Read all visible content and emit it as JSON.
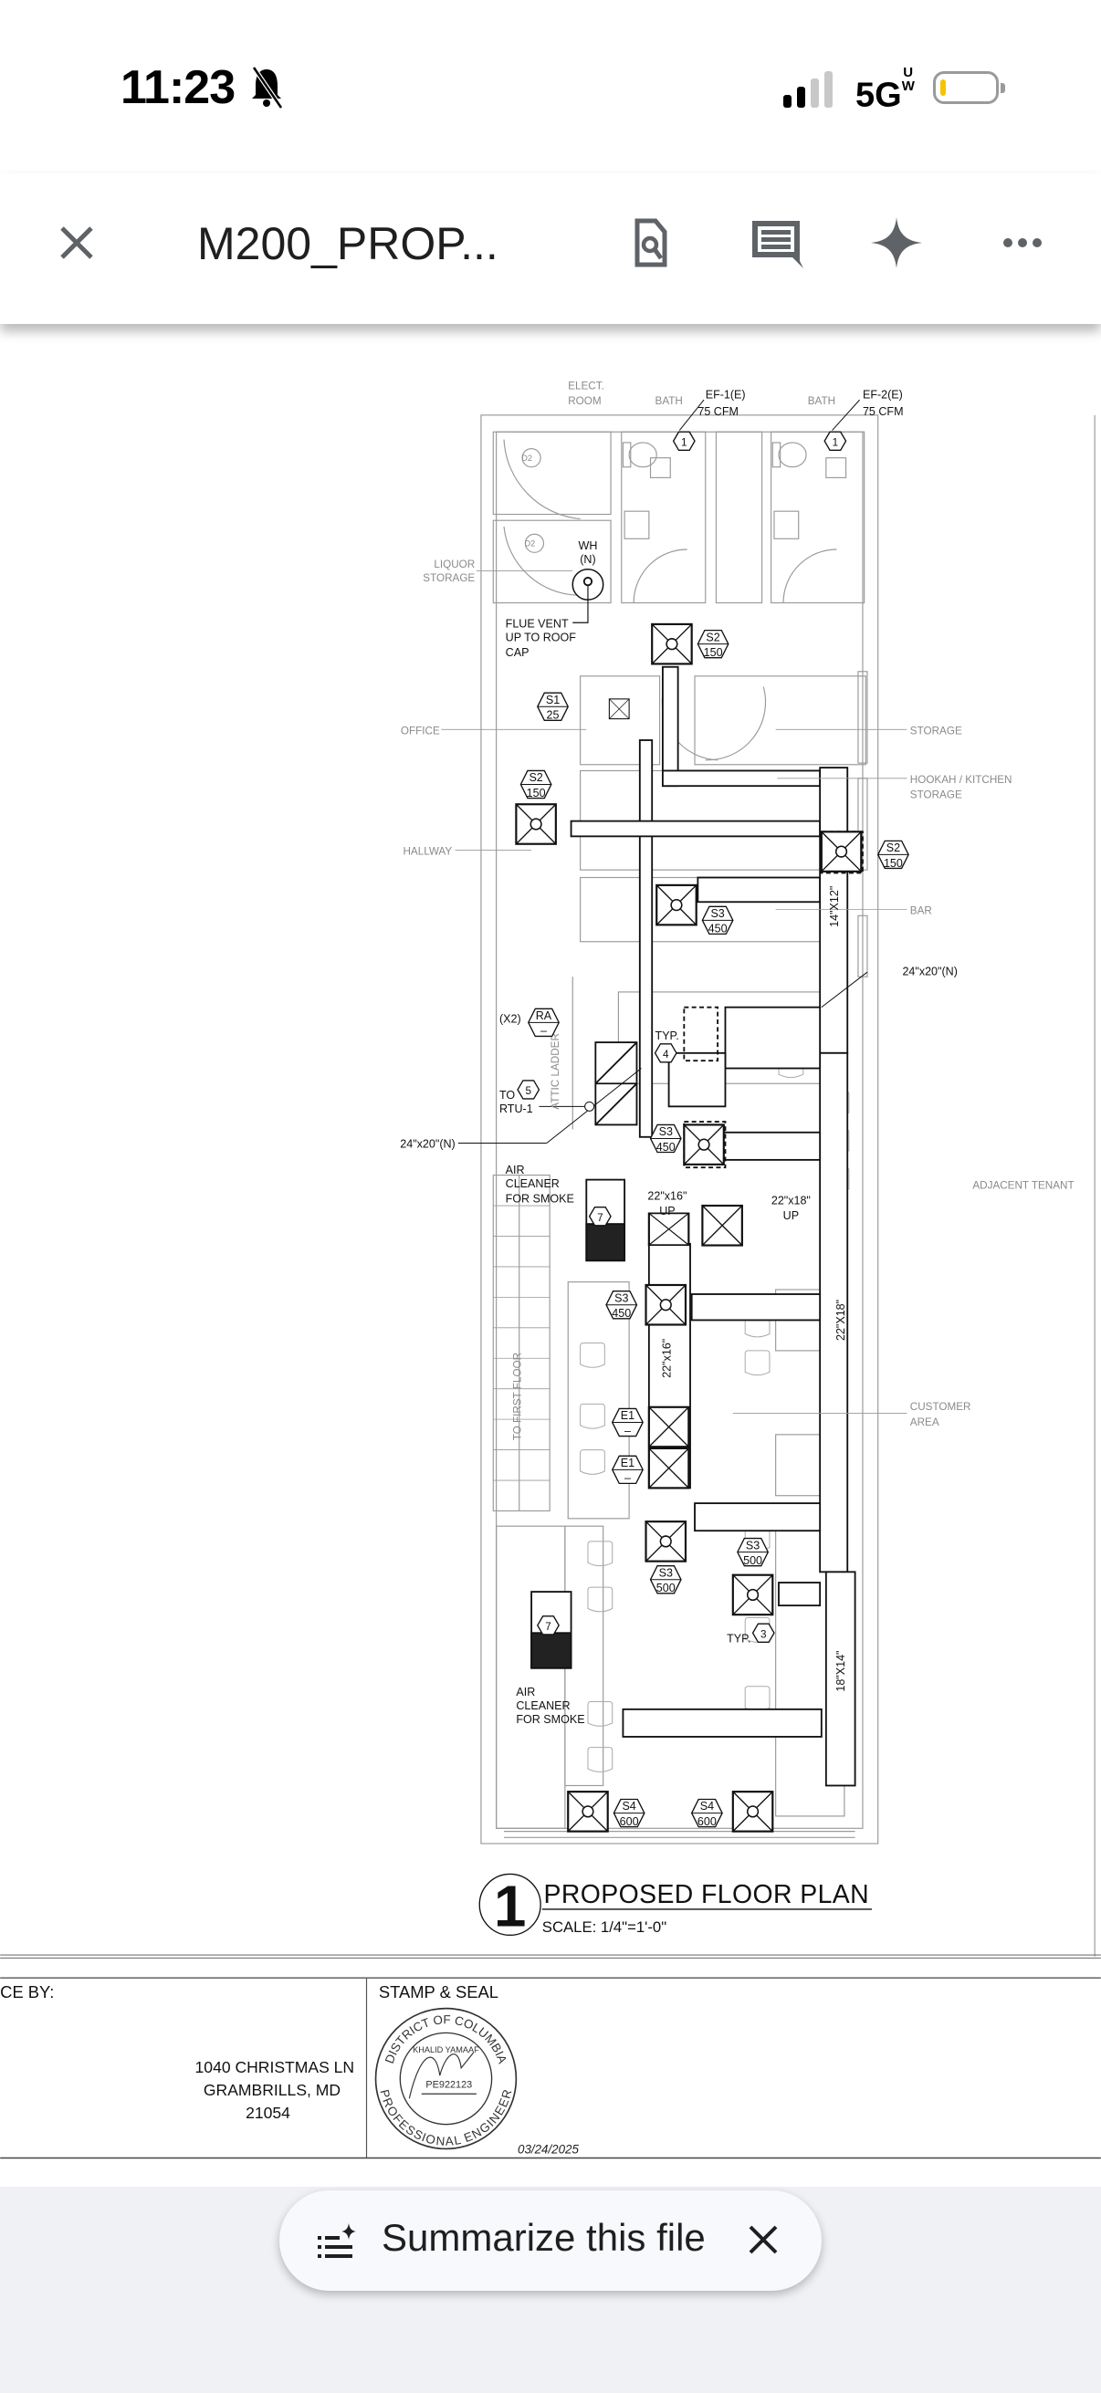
{
  "status_bar": {
    "time": "11:23",
    "network": "5G",
    "network_sup_top": "U",
    "network_sup_bottom": "W",
    "battery_color": "#f5c400"
  },
  "toolbar": {
    "title": "M200_PROP...",
    "icons": [
      "close-icon",
      "find-in-page-icon",
      "comments-icon",
      "gemini-sparkle-icon",
      "more-icon"
    ]
  },
  "drawing": {
    "labels": {
      "elect_1": "ELECT.",
      "elect_2": "ROOM",
      "bath_1": "BATH",
      "bath_2": "BATH",
      "ef1": "EF-1(E)",
      "ef1_cfm": "75  CFM",
      "ef2": "EF-2(E)",
      "ef2_cfm": "75  CFM",
      "d2": "D2",
      "liquor_1": "LIQUOR",
      "liquor_2": "STORAGE",
      "wh_1": "WH",
      "wh_2": "(N)",
      "flue_1": "FLUE  VENT",
      "flue_2": "UP  TO  ROOF",
      "flue_3": "CAP",
      "office": "OFFICE",
      "storage": "STORAGE",
      "hookah_1": "HOOKAH / KITCHEN",
      "hookah_2": "STORAGE",
      "hallway": "HALLWAY",
      "bar": "BAR",
      "duct_14x12": "14\"X12\"",
      "duct_24x20_r": "24\"x20\"(N)",
      "duct_24x20_l": "24\"x20\"(N)",
      "x2": "(X2)",
      "typ_a": "TYP.",
      "to": "TO",
      "rtu": "RTU-1",
      "attic_ladder": "ATTIC LADDER",
      "air_cleaner_a_1": "AIR",
      "air_cleaner_a_2": "CLEANER",
      "air_cleaner_a_3": "FOR  SMOKE",
      "air_cleaner_b_1": "AIR",
      "air_cleaner_b_2": "CLEANER",
      "air_cleaner_b_3": "FOR  SMOKE",
      "duct_22x16_up": "22\"x16\"",
      "up_a": "UP",
      "duct_22x18_up": "22\"x18\"",
      "up_b": "UP",
      "adjacent_tenant": "ADJACENT  TENANT",
      "duct_22x16": "22\"x16\"",
      "duct_22x18": "22\"X18\"",
      "customer_1": "CUSTOMER",
      "customer_2": "AREA",
      "to_first_floor": "TO FIRST FLOOR",
      "typ_b": "TYP.",
      "duct_18x14": "18\"X14\""
    },
    "tags": {
      "ef1_num": "1",
      "ef2_num": "1",
      "s2_a": [
        "S2",
        "150"
      ],
      "s1": [
        "S1",
        "25"
      ],
      "s2_b": [
        "S2",
        "150"
      ],
      "s2_c": [
        "S2",
        "150"
      ],
      "s3_a": [
        "S3",
        "450"
      ],
      "ra": [
        "RA",
        "–"
      ],
      "n4": "4",
      "n5": "5",
      "s3_b": [
        "S3",
        "450"
      ],
      "n7a": "7",
      "s3_c": [
        "S3",
        "450"
      ],
      "e1_a": [
        "E1",
        "–"
      ],
      "e1_b": [
        "E1",
        "–"
      ],
      "s3_d": [
        "S3",
        "500"
      ],
      "s3_e": [
        "S3",
        "500"
      ],
      "n3": "3",
      "n7b": "7",
      "s4_a": [
        "S4",
        "600"
      ],
      "s4_b": [
        "S4",
        "600"
      ]
    },
    "title": {
      "number": "1",
      "name": "PROPOSED FLOOR PLAN",
      "scale": "SCALE: 1/4\"=1'-0\""
    },
    "title_block": {
      "prepared_by": "CE  BY:",
      "stamp_label": "STAMP  &  SEAL",
      "address": [
        "1040 CHRISTMAS LN",
        "GRAMBRILLS, MD",
        "21054"
      ],
      "seal": {
        "top": "DISTRICT OF COLUMBIA",
        "name": "KHALID YAMAAF",
        "license": "PE922123",
        "bottom": "PROFESSIONAL ENGINEER",
        "date": "03/24/2025"
      }
    }
  },
  "summarize": {
    "label": "Summarize this file"
  }
}
